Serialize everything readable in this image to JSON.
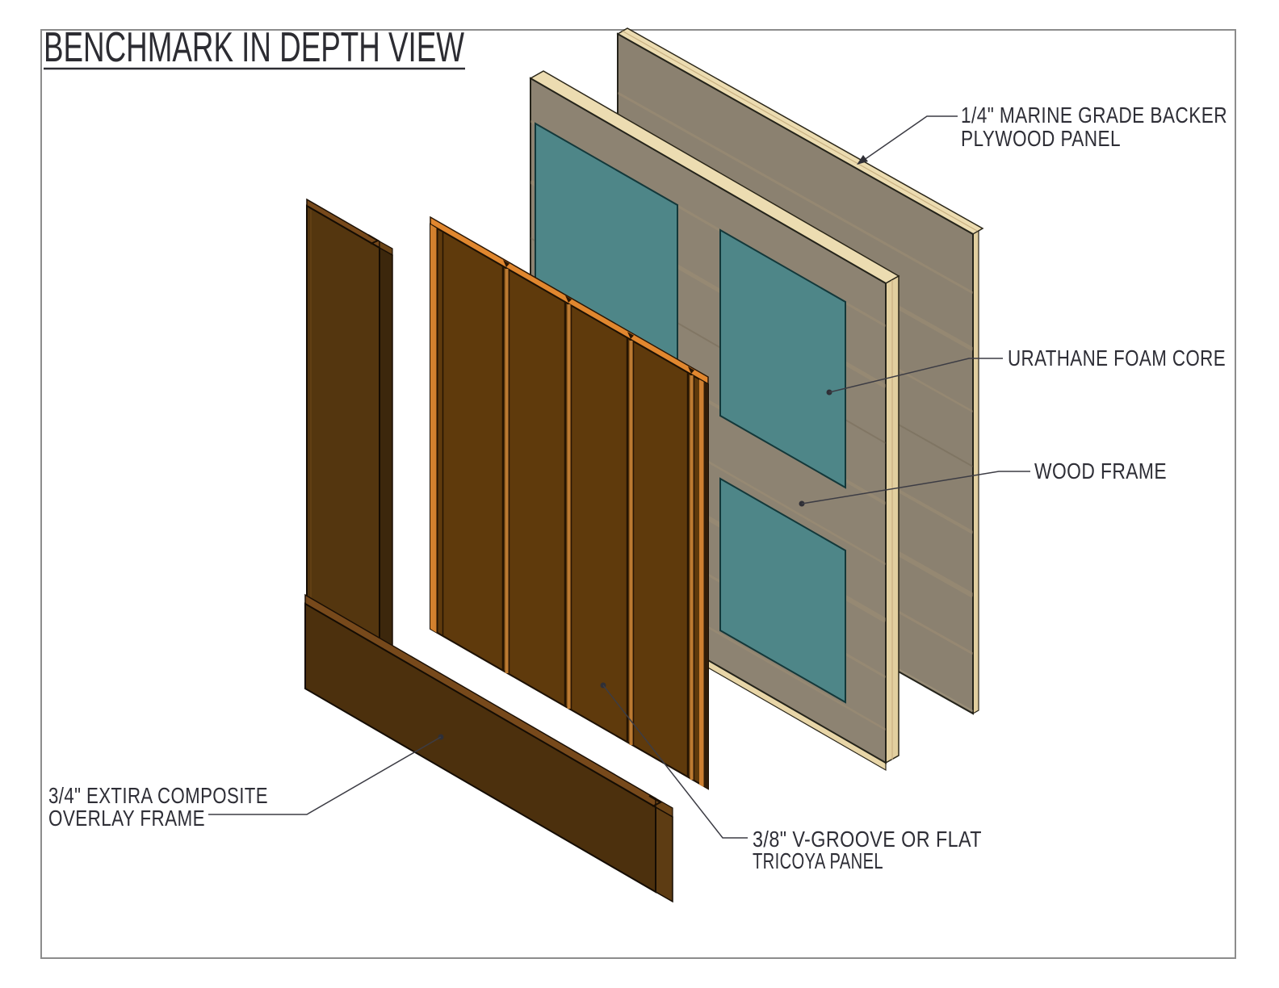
{
  "sheet": {
    "title": "BENCHMARK IN DEPTH VIEW",
    "border_color": "#8c8c8c"
  },
  "annotations": {
    "backer_plywood": {
      "line1": "1/4\" MARINE GRADE BACKER",
      "line2": "PLYWOOD PANEL"
    },
    "foam_core": {
      "line1": "URATHANE FOAM CORE"
    },
    "wood_frame": {
      "line1": "WOOD FRAME"
    },
    "overlay_frame": {
      "line1": "3/4\" EXTIRA COMPOSITE",
      "line2": "OVERLAY FRAME"
    },
    "tricoya_panel": {
      "line1": "3/8\" V-GROOVE OR FLAT",
      "line2": "TRICOYA PANEL"
    }
  },
  "colors": {
    "plywood_face": "#8b8170",
    "frame_face": "#8d8372",
    "edge_cream": "#ecdcb1",
    "edge_cream_side": "#e2cf9f",
    "foam_teal": "#4e8688",
    "tricoya_face": "#5f3a0c",
    "tricoya_edge_orange": "#e1872f",
    "tricoya_groove_highlight": "#bc7a32",
    "extira_rail_face": "#4c300d",
    "extira_stile_face": "#54360f",
    "extira_top_strip": "#77491b",
    "label_text": "#2e2e36",
    "leader": "#3c3c44"
  }
}
